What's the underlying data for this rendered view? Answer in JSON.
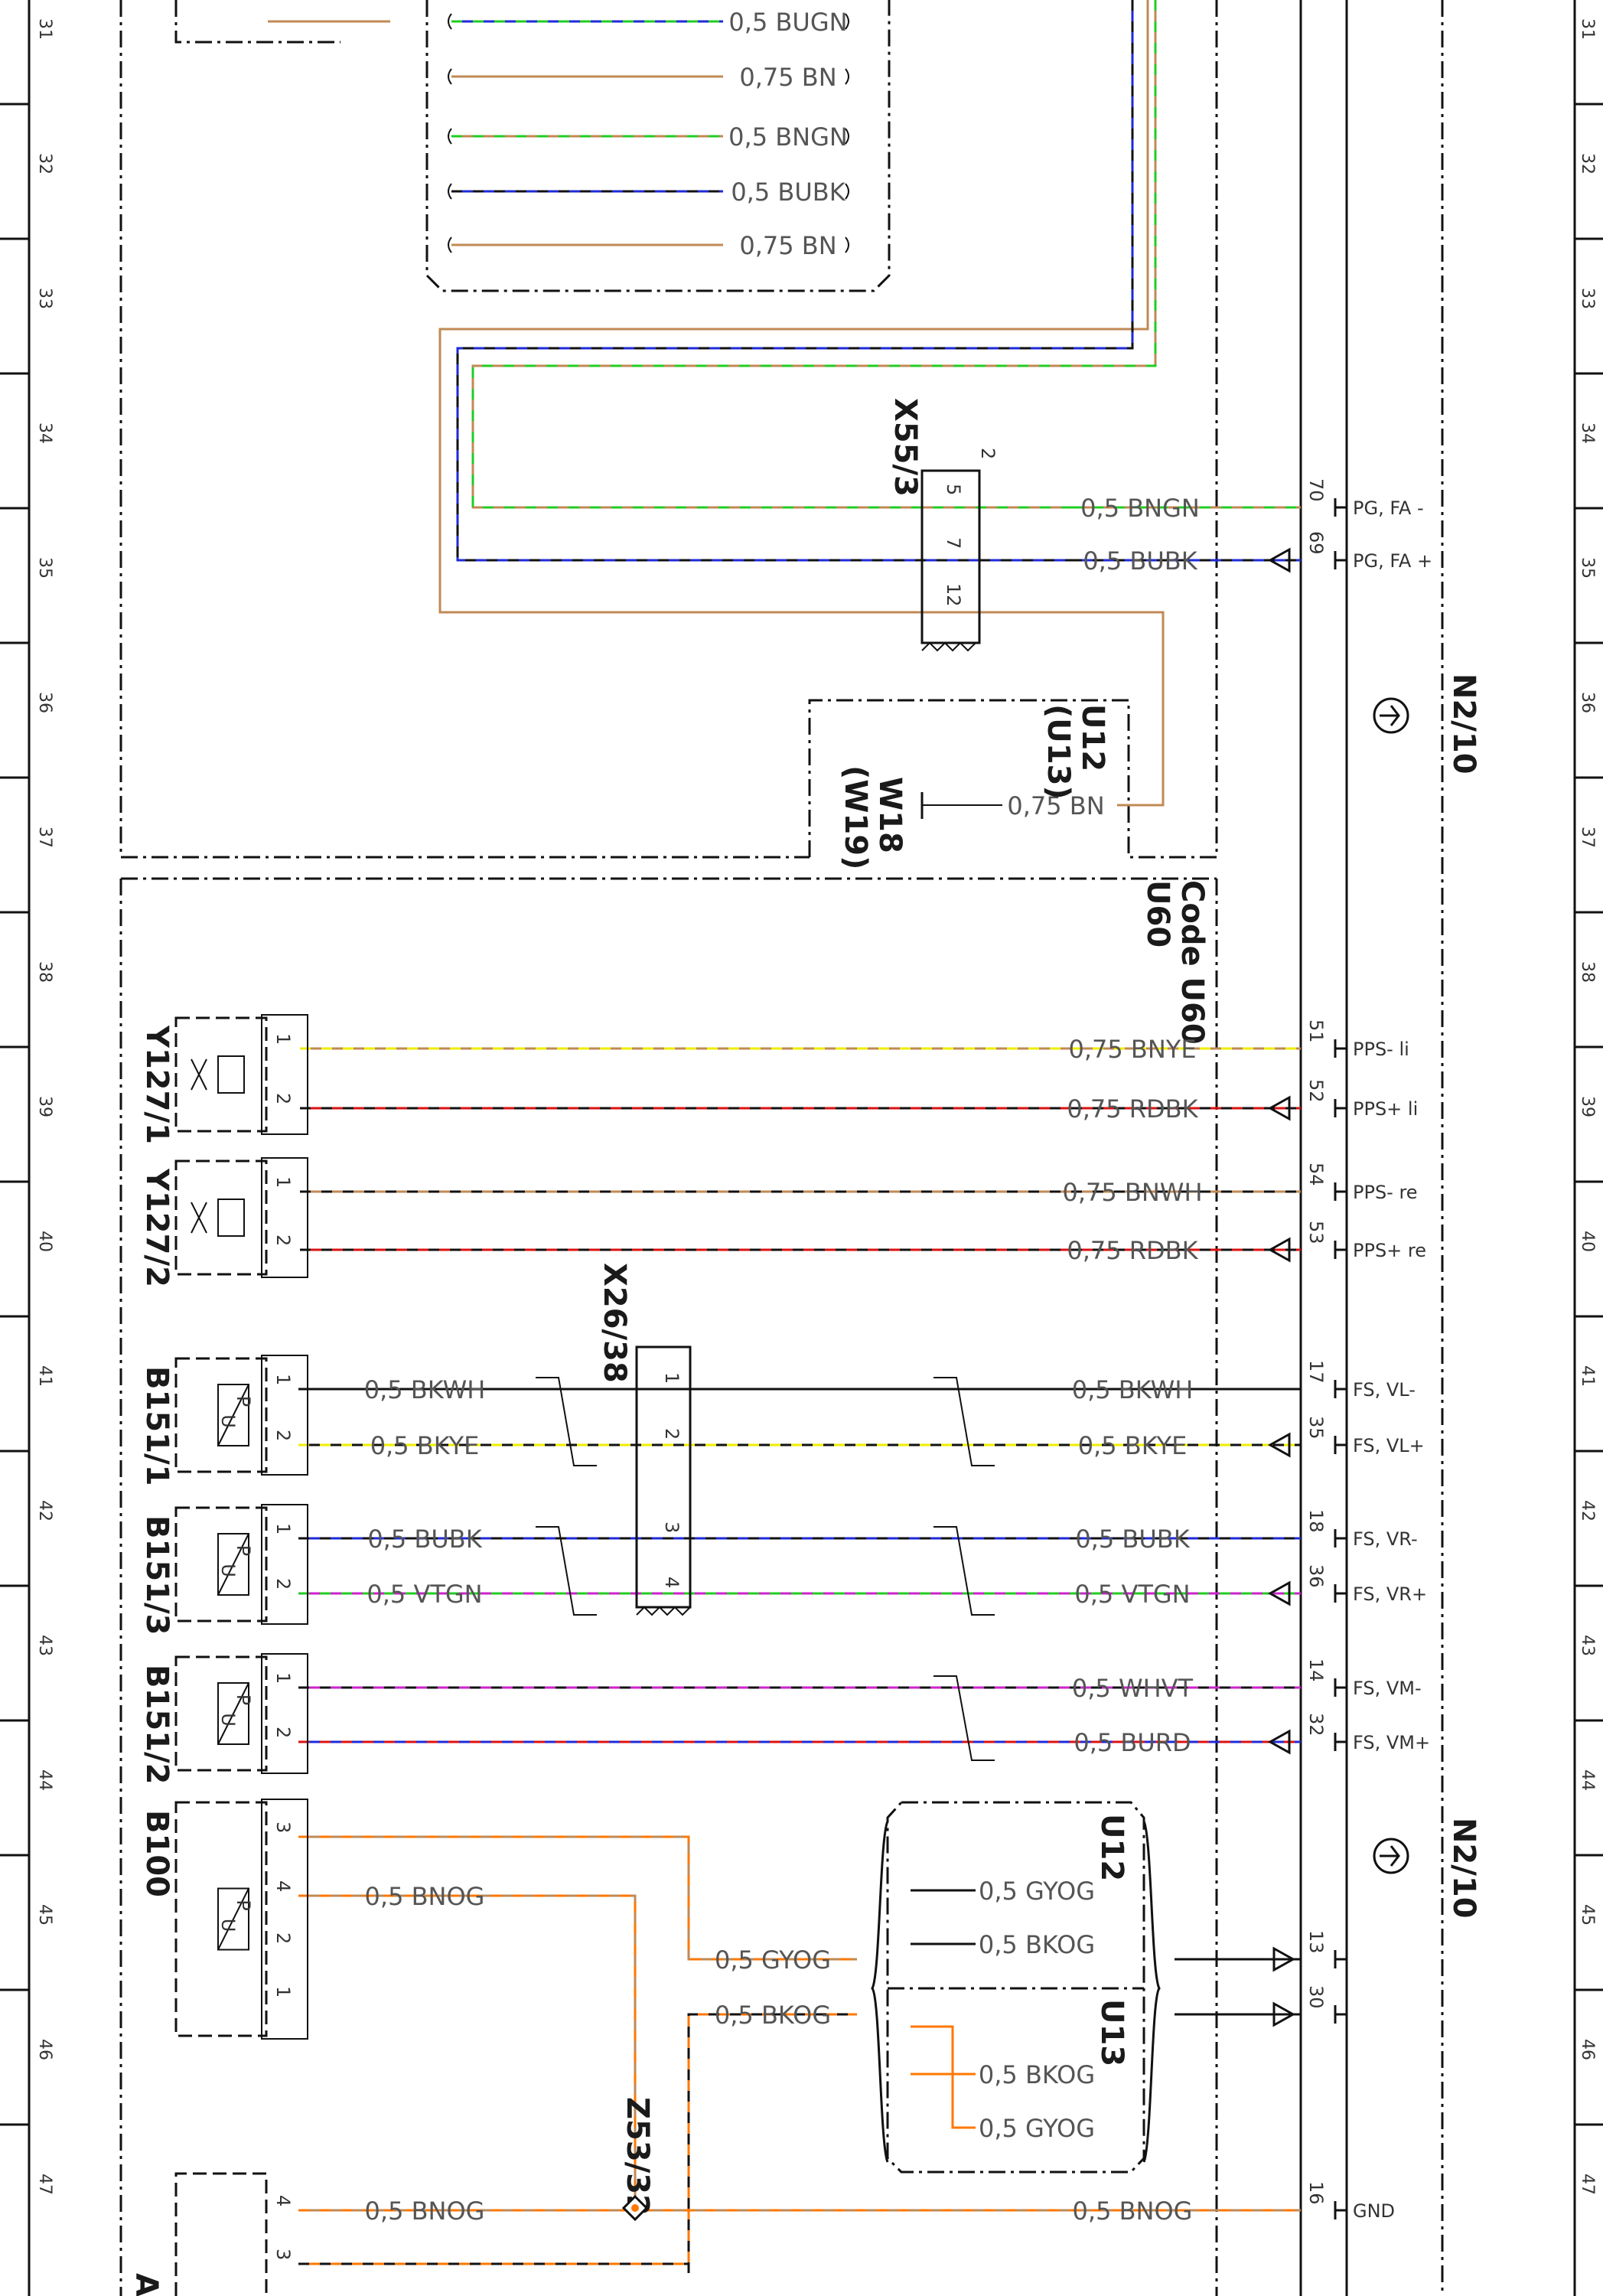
{
  "grid": {
    "rows": [
      "31",
      "32",
      "33",
      "34",
      "35",
      "36",
      "37",
      "38",
      "39",
      "40",
      "41",
      "42",
      "43",
      "44",
      "45",
      "46",
      "47"
    ]
  },
  "wires": [
    {
      "label": "0,5 BUGN",
      "colors": [
        "#1e2ad8",
        "#22cc22"
      ]
    },
    {
      "label": "0,75 BN",
      "colors": [
        "#c08a55"
      ]
    },
    {
      "label": "0,5 BNGN",
      "colors": [
        "#c08a55",
        "#22cc22"
      ]
    },
    {
      "label": "0,5 BUBK",
      "colors": [
        "#1e2ad8",
        "#111111"
      ]
    },
    {
      "label": "0,75 BN",
      "colors": [
        "#c08a55"
      ]
    },
    {
      "label": "0,5 BNGN",
      "colors": [
        "#c08a55",
        "#22cc22"
      ]
    },
    {
      "label": "0,5 BUBK",
      "colors": [
        "#1e2ad8",
        "#111111"
      ]
    },
    {
      "label": "0,75 BN",
      "colors": [
        "#c08a55"
      ]
    },
    {
      "label": "0,75 BNYE",
      "colors": [
        "#c08a55",
        "#eeee00"
      ]
    },
    {
      "label": "0,75 RDBK",
      "colors": [
        "#dd1111",
        "#111111"
      ]
    },
    {
      "label": "0,75 BNWH",
      "colors": [
        "#c08a55",
        "#111111"
      ]
    },
    {
      "label": "0,75 RDBK",
      "colors": [
        "#dd1111",
        "#111111"
      ]
    },
    {
      "label": "0,5 BKWH",
      "colors": [
        "#111111"
      ]
    },
    {
      "label": "0,5 BKYE",
      "colors": [
        "#111111",
        "#eeee00"
      ]
    },
    {
      "label": "0,5 BKWH",
      "colors": [
        "#111111"
      ]
    },
    {
      "label": "0,5 BKYE",
      "colors": [
        "#111111",
        "#eeee00"
      ]
    },
    {
      "label": "0,5 BUBK",
      "colors": [
        "#1e2ad8",
        "#111111"
      ]
    },
    {
      "label": "0,5 VTGN",
      "colors": [
        "#cc22cc",
        "#22cc22"
      ]
    },
    {
      "label": "0,5 BUBK",
      "colors": [
        "#1e2ad8",
        "#111111"
      ]
    },
    {
      "label": "0,5 VTGN",
      "colors": [
        "#cc22cc",
        "#22cc22"
      ]
    },
    {
      "label": "0,5 WHVT",
      "colors": [
        "#cc22cc",
        "#111111"
      ]
    },
    {
      "label": "0,5 BURD",
      "colors": [
        "#1e2ad8",
        "#dd1111"
      ]
    },
    {
      "label": "0,5 BNOG",
      "colors": [
        "#c08a55",
        "#ff7700"
      ]
    },
    {
      "label": "0,5 GYOG",
      "colors": [
        "#c08a55",
        "#ff7700"
      ]
    },
    {
      "label": "0,5 BKOG",
      "colors": [
        "#ff7700",
        "#111111"
      ]
    },
    {
      "label": "0,5 GYOG",
      "colors": [
        "#ff7700"
      ]
    },
    {
      "label": "0,5 BKOG",
      "colors": [
        "#ff7700"
      ]
    },
    {
      "label": "0,5 BKOG",
      "colors": [
        "#ff7700"
      ]
    },
    {
      "label": "0,5 GYOG",
      "colors": [
        "#ff7700"
      ]
    },
    {
      "label": "0,5 BNOG",
      "colors": [
        "#c08a55",
        "#ff7700"
      ]
    },
    {
      "label": "0,5 BNOG",
      "colors": [
        "#c08a55",
        "#ff7700"
      ]
    }
  ],
  "components": {
    "x55_3": "X55/3",
    "u12_u13": [
      "U12",
      "(U13)"
    ],
    "w18_w19": [
      "W18",
      "(W19)"
    ],
    "code_u60": [
      "Code U60",
      "U60"
    ],
    "n2_10_a": "N2/10",
    "n2_10_b": "N2/10",
    "y127_1": "Y127/1",
    "y127_2": "Y127/2",
    "x26_38": "X26/38",
    "b151_1": "B151/1",
    "b151_3": "B151/3",
    "b151_2": "B151/2",
    "b100": "B100",
    "u12": "U12",
    "u13": "U13",
    "z53_32": "Z53/32",
    "a_partial": "A"
  },
  "signals": [
    "PG, FA -",
    "PG, FA +",
    "PPS- li",
    "PPS+ li",
    "PPS- re",
    "PPS+ re",
    "FS, VL-",
    "FS, VL+",
    "FS, VR-",
    "FS, VR+",
    "FS, VM-",
    "FS, VM+",
    "GND"
  ],
  "n2_pins": [
    "70",
    "69",
    "51",
    "52",
    "54",
    "53",
    "17",
    "35",
    "18",
    "36",
    "14",
    "32",
    "13",
    "30",
    "16"
  ],
  "x55_pins": [
    "2",
    "5",
    "7",
    "12"
  ],
  "x26_pins": [
    "1",
    "2",
    "3",
    "4"
  ],
  "y127_pins": [
    "1",
    "2",
    "1",
    "2"
  ],
  "b151_pins": [
    "1",
    "2",
    "1",
    "2",
    "1",
    "2"
  ],
  "b100_pins": [
    "3",
    "4",
    "2",
    "1"
  ],
  "a_pins": [
    "4",
    "3"
  ],
  "sensor_glyph": [
    "P",
    "U"
  ]
}
